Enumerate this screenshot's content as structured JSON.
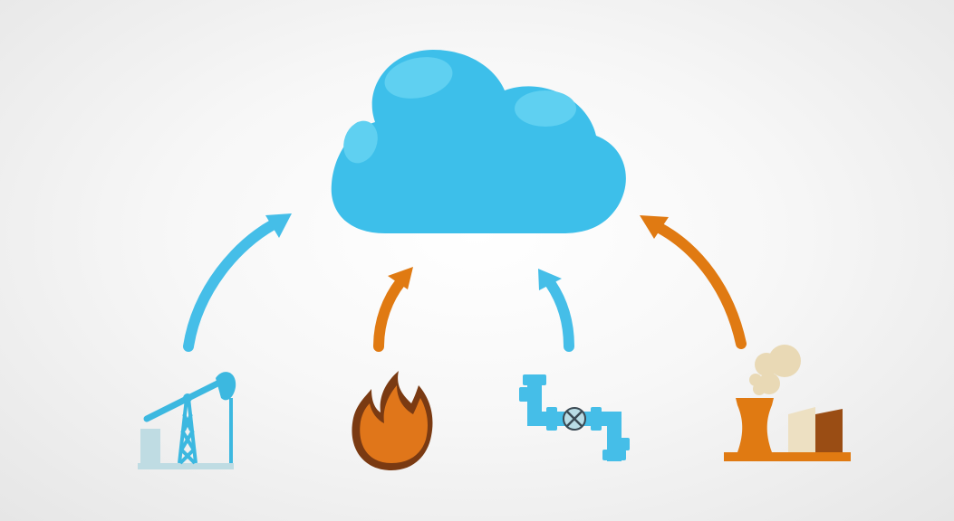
{
  "colors": {
    "cloud": "#3DBFEA",
    "cloud_highlight": "#5FD0F1",
    "blue_arrow": "#45BEE8",
    "orange_arrow": "#E07A12",
    "oil_pump": "#3CB8E0",
    "oil_pump_base": "#BFDCE3",
    "flame_outer": "#7A3A12",
    "flame_fill": "#E0761A",
    "pipeline": "#45BEE8",
    "factory_tower": "#E07A12",
    "factory_smoke": "#E9D9B5",
    "factory_building_light": "#EDE0C2",
    "factory_building_dark": "#9A4D14"
  },
  "diagram": {
    "center": {
      "icon": "cloud-icon"
    },
    "sources": [
      {
        "icon": "oil-pump-icon",
        "arrow_color": "blue"
      },
      {
        "icon": "flame-icon",
        "arrow_color": "orange"
      },
      {
        "icon": "pipeline-valve-icon",
        "arrow_color": "blue"
      },
      {
        "icon": "factory-icon",
        "arrow_color": "orange"
      }
    ]
  }
}
